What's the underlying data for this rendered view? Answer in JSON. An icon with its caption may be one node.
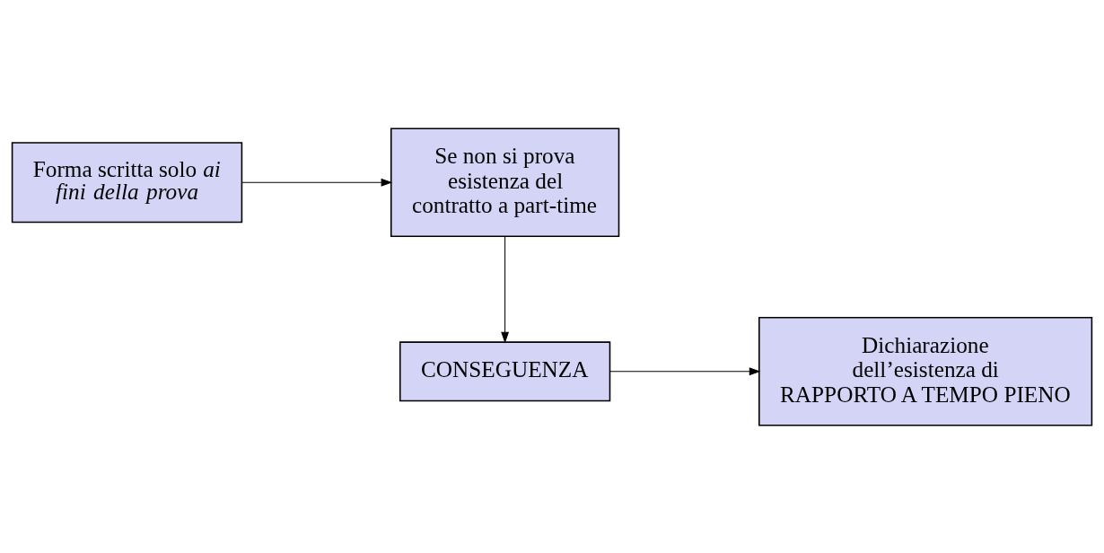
{
  "diagram": {
    "nodes": [
      {
        "text": [
          "Forma scritta solo *ai fini della prova*"
        ]
      },
      {
        "text": [
          "Se non si prova esistenza del contratto a part-time"
        ]
      },
      {
        "text": [
          "CONSEGUENZA"
        ]
      },
      {
        "text": [
          "Dichiarazione dell’esistenza di RAPPORTO A TEMPO PIENO"
        ]
      }
    ],
    "edges": [
      {
        "from": 0,
        "to": 1,
        "arrow": "to"
      },
      {
        "from": 1,
        "to": 2,
        "arrow": "to"
      },
      {
        "from": 2,
        "to": 3,
        "arrow": "to"
      }
    ]
  }
}
